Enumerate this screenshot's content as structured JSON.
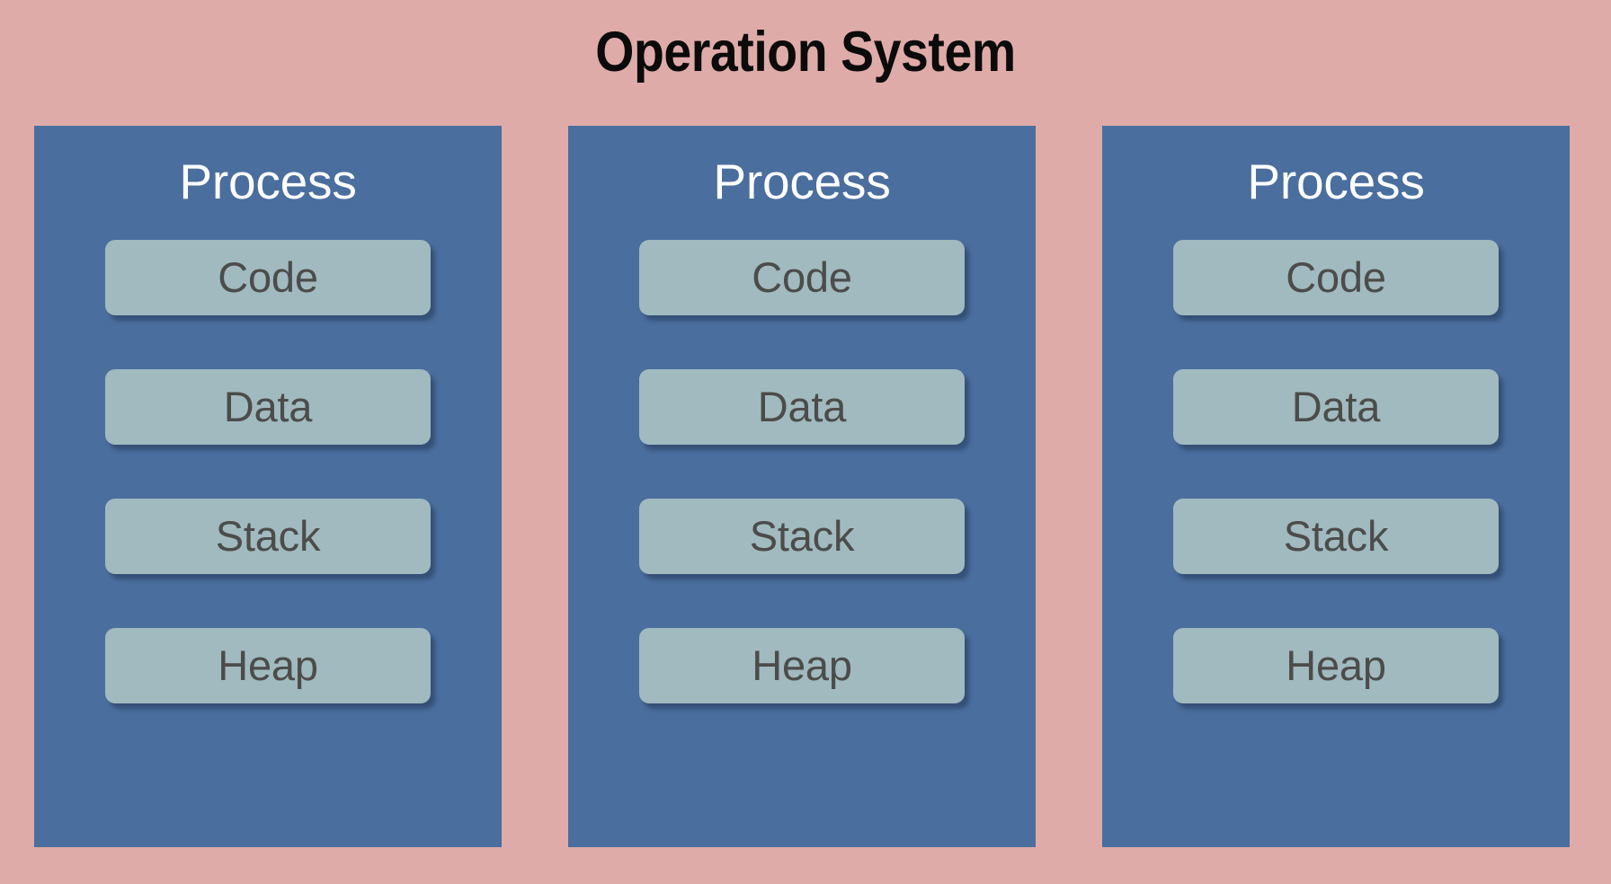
{
  "diagram": {
    "title": "Operation System",
    "background_color": "#dfaba8",
    "title_color": "#0b0b0b",
    "process_box_color": "#4a6e9e",
    "segment_box_color": "#a0babf",
    "segment_label_color": "#4c4c4a",
    "process_title_color": "#fdfdfd",
    "processes": [
      {
        "title": "Process",
        "segments": [
          {
            "label": "Code"
          },
          {
            "label": "Data"
          },
          {
            "label": "Stack"
          },
          {
            "label": "Heap"
          }
        ]
      },
      {
        "title": "Process",
        "segments": [
          {
            "label": "Code"
          },
          {
            "label": "Data"
          },
          {
            "label": "Stack"
          },
          {
            "label": "Heap"
          }
        ]
      },
      {
        "title": "Process",
        "segments": [
          {
            "label": "Code"
          },
          {
            "label": "Data"
          },
          {
            "label": "Stack"
          },
          {
            "label": "Heap"
          }
        ]
      }
    ]
  }
}
